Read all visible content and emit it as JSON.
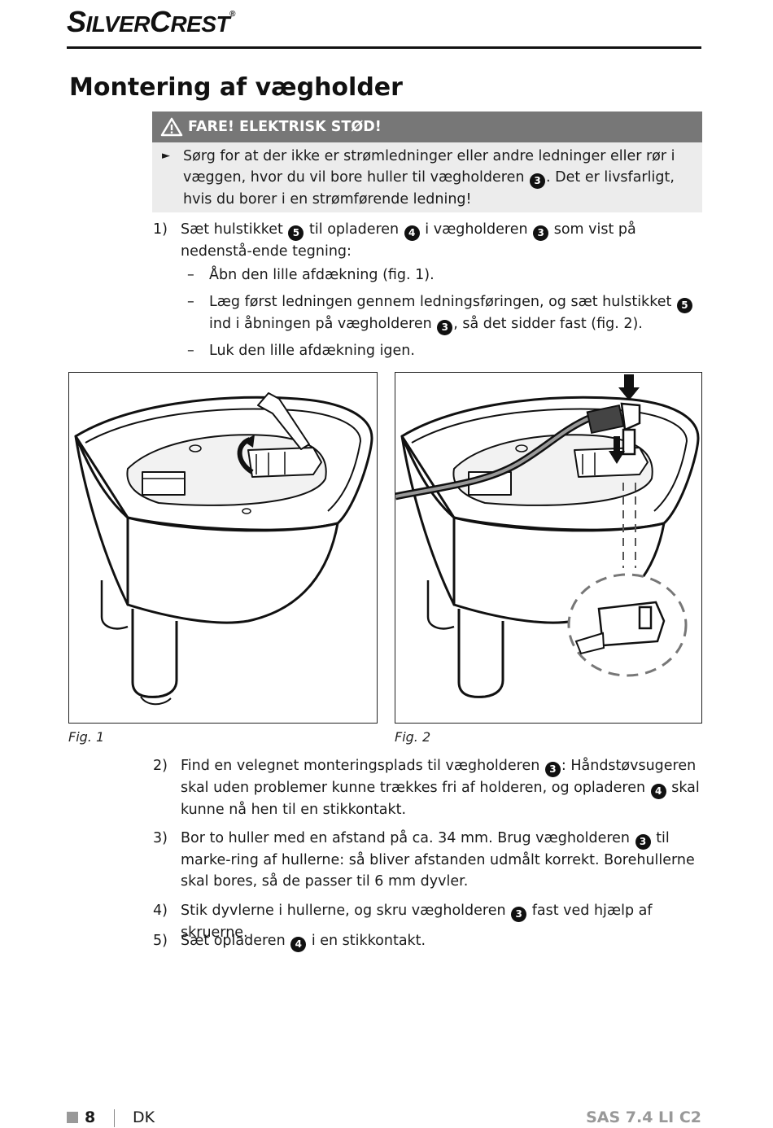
{
  "header": {
    "brand_part1_big": "S",
    "brand_part1_small": "ILVER",
    "brand_part2_big": "C",
    "brand_part2_small": "REST",
    "brand_reg": "®"
  },
  "title": "Montering af vægholder",
  "warning": {
    "heading": "FARE! ELEKTRISK STØD!",
    "bullet": "►",
    "text_a": "Sørg for at der ikke er strømledninger eller andre ledninger eller rør i væggen, hvor du vil bore huller til vægholderen",
    "ref_a": "3",
    "text_b": ". Det er livsfarligt, hvis du borer i en strømførende ledning!"
  },
  "step1": {
    "num": "1)",
    "t1": "Sæt hulstikket",
    "r1": "5",
    "t2": "til opladeren",
    "r2": "4",
    "t3": "i vægholderen",
    "r3": "3",
    "t4": "som vist på nedenstå-ende tegning:",
    "sub": [
      {
        "dash": "–",
        "text": "Åbn den lille afdækning (fig. 1)."
      },
      {
        "dash": "–",
        "t1": "Læg først ledningen gennem ledningsføringen, og sæt hulstikket",
        "r1": "5",
        "t2": "ind i åbningen på vægholderen",
        "r2": "3",
        "t3": ", så det sidder fast (fig. 2)."
      },
      {
        "dash": "–",
        "text": "Luk den lille afdækning igen."
      }
    ]
  },
  "figures": {
    "fig1": "Fig. 1",
    "fig2": "Fig. 2"
  },
  "step2": {
    "num": "2)",
    "t1": "Find en velegnet monteringsplads til vægholderen",
    "r1": "3",
    "t2": ": Håndstøvsugeren skal uden problemer kunne trækkes fri af holderen, og opladeren",
    "r2": "4",
    "t3": "skal kunne nå hen til en stikkontakt."
  },
  "step3": {
    "num": "3)",
    "t1": "Bor to huller med en afstand på ca. 34 mm. Brug vægholderen",
    "r1": "3",
    "t2": "til marke-ring af hullerne: så bliver afstanden udmålt korrekt. Borehullerne skal bores, så de passer til 6 mm dyvler."
  },
  "step4": {
    "num": "4)",
    "t1": "Stik dyvlerne i hullerne, og skru vægholderen",
    "r1": "3",
    "t2": "fast ved hjælp af skruerne."
  },
  "step5": {
    "num": "5)",
    "t1": "Sæt opladeren",
    "r1": "4",
    "t2": "i en stikkontakt."
  },
  "footer": {
    "page": "8",
    "lang": "DK",
    "model": "SAS 7.4 LI C2"
  },
  "colors": {
    "warning_header_bg": "#777777",
    "warning_body_bg": "#ececec",
    "footer_model": "#999999"
  }
}
